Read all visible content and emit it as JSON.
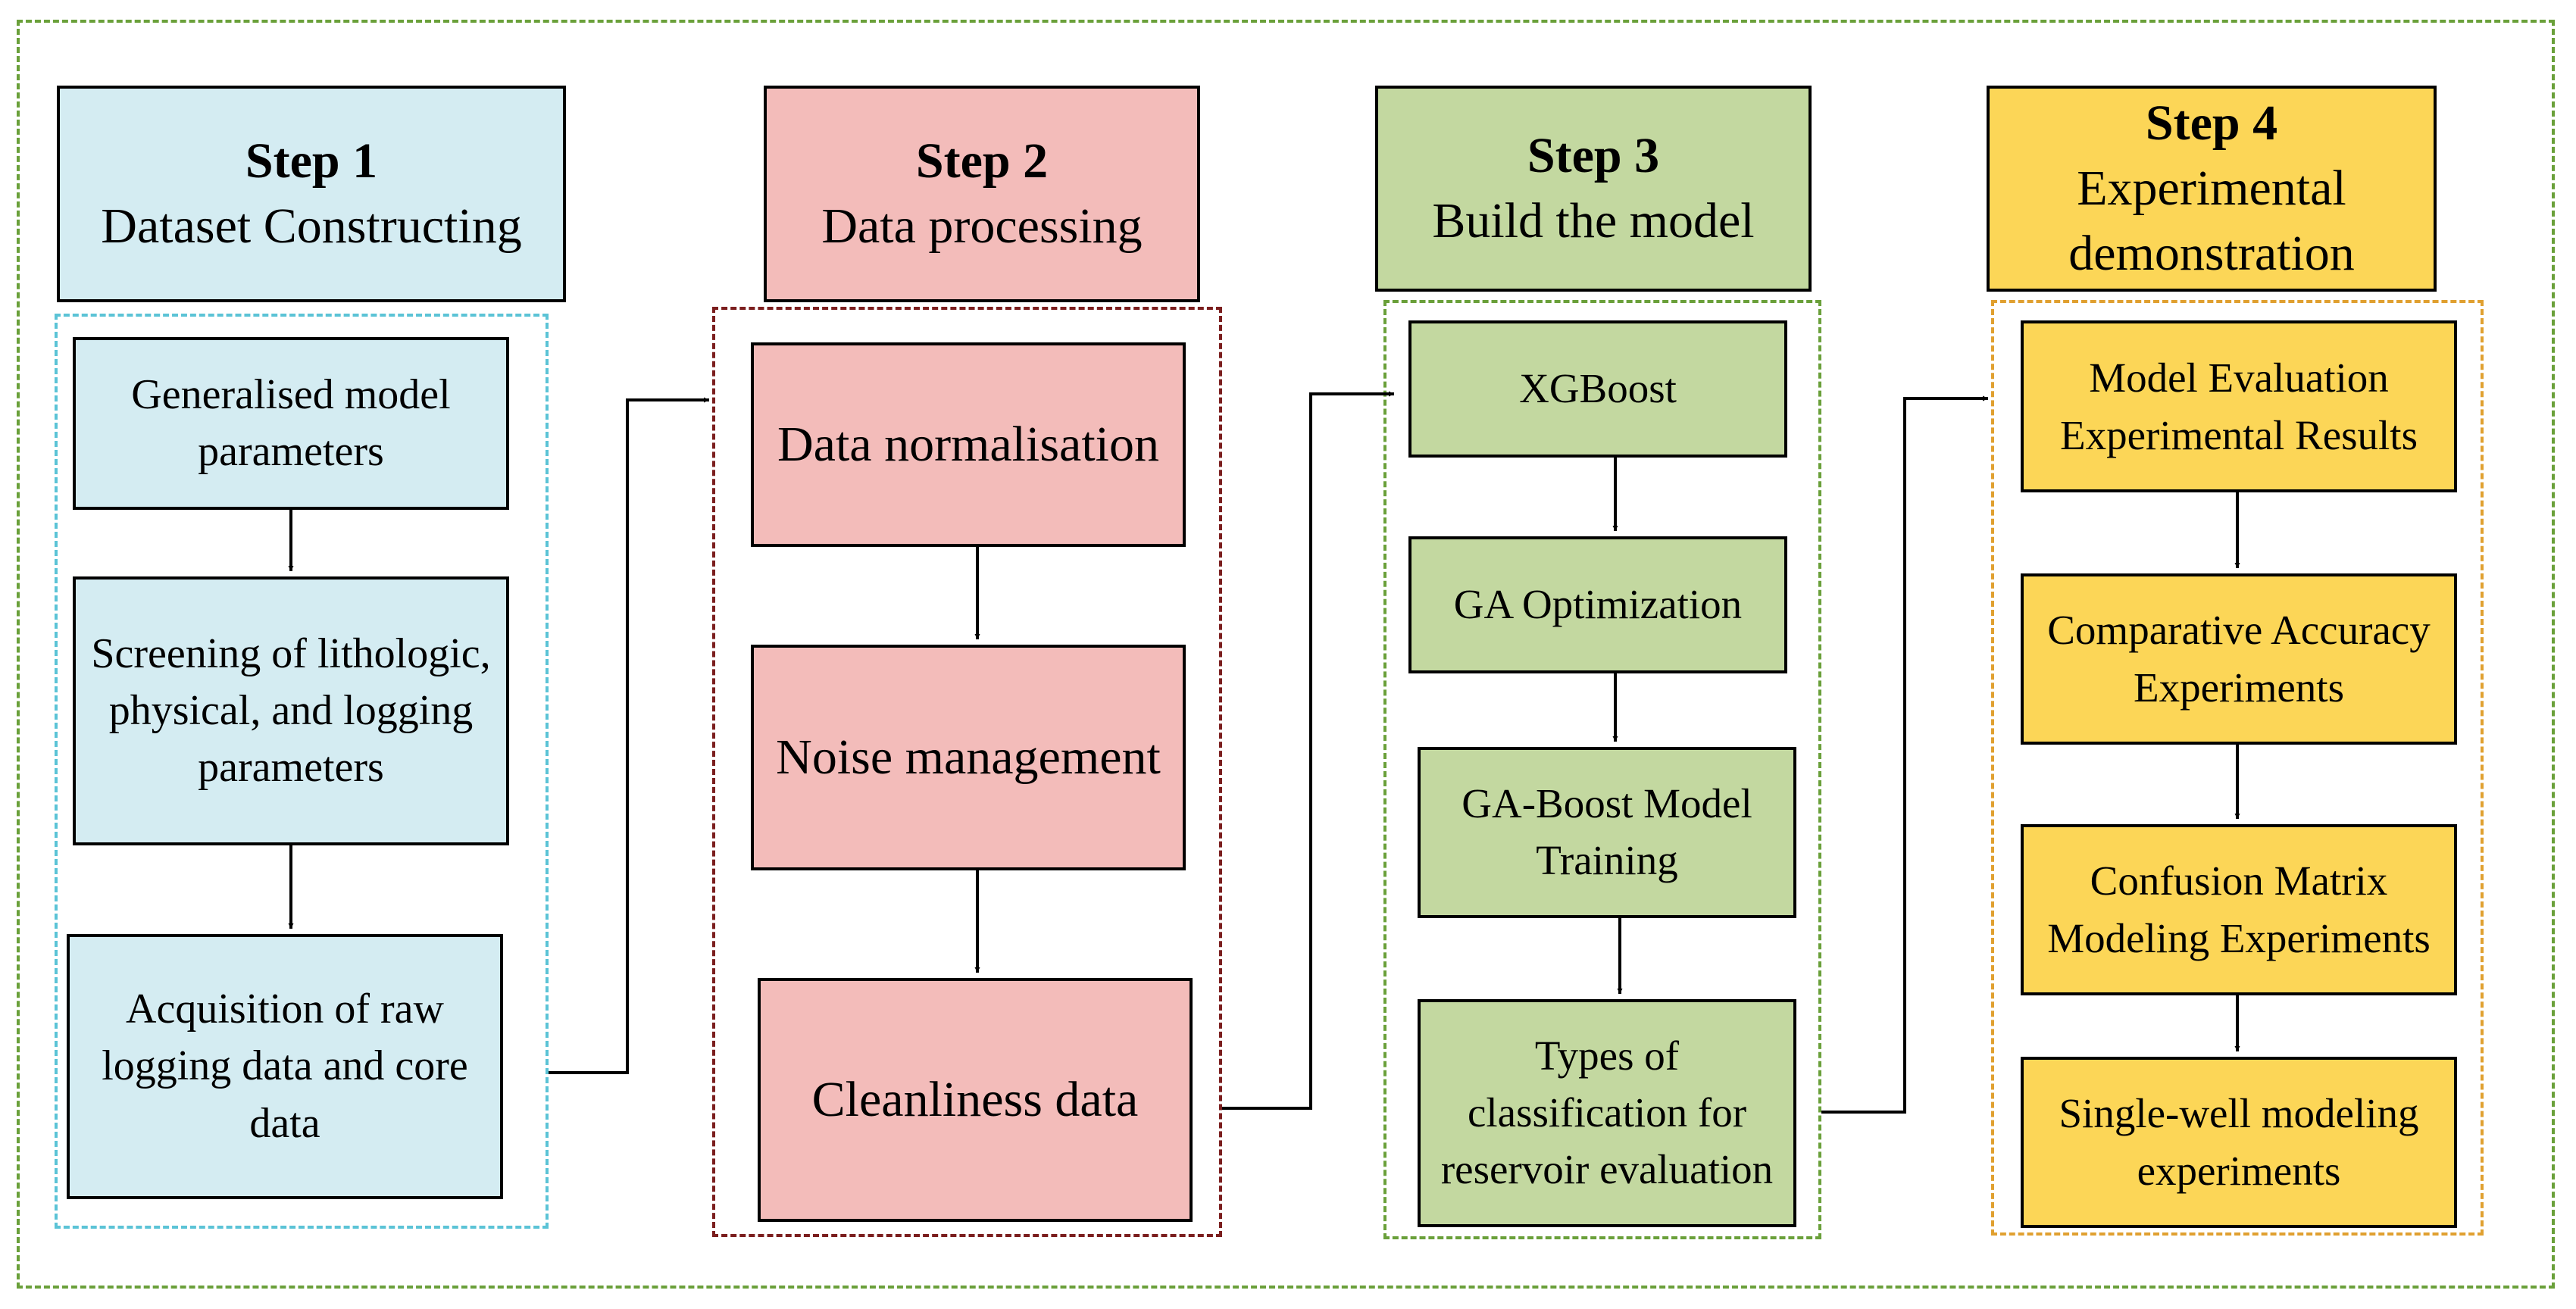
{
  "steps": [
    {
      "number": "Step 1",
      "title": "Dataset Constructing",
      "boxes": [
        "Generalised model parameters",
        "Screening of lithologic, physical, and logging parameters",
        "Acquisition of raw logging data and core data"
      ]
    },
    {
      "number": "Step 2",
      "title": "Data processing",
      "boxes": [
        "Data normalisation",
        "Noise management",
        "Cleanliness data"
      ]
    },
    {
      "number": "Step 3",
      "title": "Build the model",
      "boxes": [
        "XGBoost",
        "GA Optimization",
        "GA-Boost Model Training",
        "Types of classification for reservoir evaluation"
      ]
    },
    {
      "number": "Step 4",
      "title": "Experimental demonstration",
      "boxes": [
        "Model Evaluation Experimental Results",
        "Comparative Accuracy Experiments",
        "Confusion Matrix Modeling Experiments",
        "Single-well modeling experiments"
      ]
    }
  ],
  "colors": {
    "step1_fill": "#d4ecf2",
    "step1_group_border": "#5bc3d6",
    "step2_fill": "#f3bcba",
    "step2_group_border": "#7b1e1e",
    "step3_fill": "#c3d8a0",
    "step3_group_border": "#6aa03a",
    "step4_fill": "#fcd657",
    "step4_group_border": "#e0a030",
    "outer_border": "#6aa03a"
  }
}
